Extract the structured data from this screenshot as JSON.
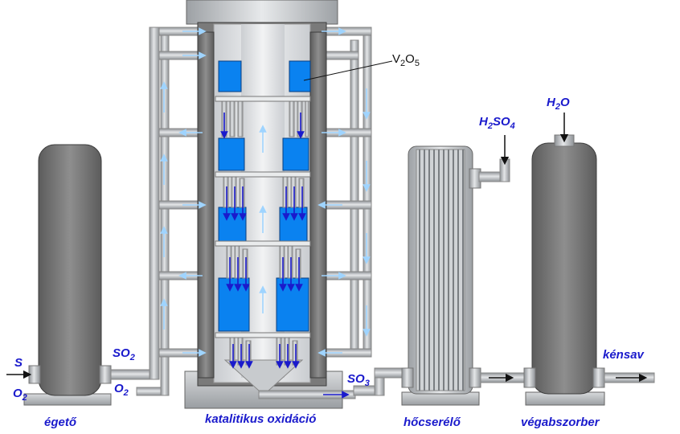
{
  "labels": {
    "burner": "égető",
    "oxidation": "katalitikus oxidáció",
    "heat_exchanger": "hőcserélő",
    "final_absorber": "végabszorber",
    "catalyst": {
      "main": "V",
      "sub1": "2",
      "mid": "O",
      "sub2": "5"
    },
    "sulfur_in": "S",
    "oxygen_in_1": {
      "main": "O",
      "sub": "2"
    },
    "so2": {
      "main": "SO",
      "sub": "2"
    },
    "oxygen_in_2": {
      "main": "O",
      "sub": "2"
    },
    "so3": {
      "main": "SO",
      "sub": "3"
    },
    "sulfuric_acid": {
      "p1": "H",
      "s1": "2",
      "p2": "SO",
      "s2": "4"
    },
    "water": {
      "p1": "H",
      "s1": "2",
      "p2": "O"
    },
    "product": "kénsav"
  },
  "colors": {
    "accent_text": "#1a1acc",
    "catalyst_bed": "#0a82f0",
    "pipe": "#b4b8bc",
    "vessel": "#7c7c7c",
    "flow_arrow": "#9fd4ff",
    "dark_arrow": "#1a1acc"
  }
}
